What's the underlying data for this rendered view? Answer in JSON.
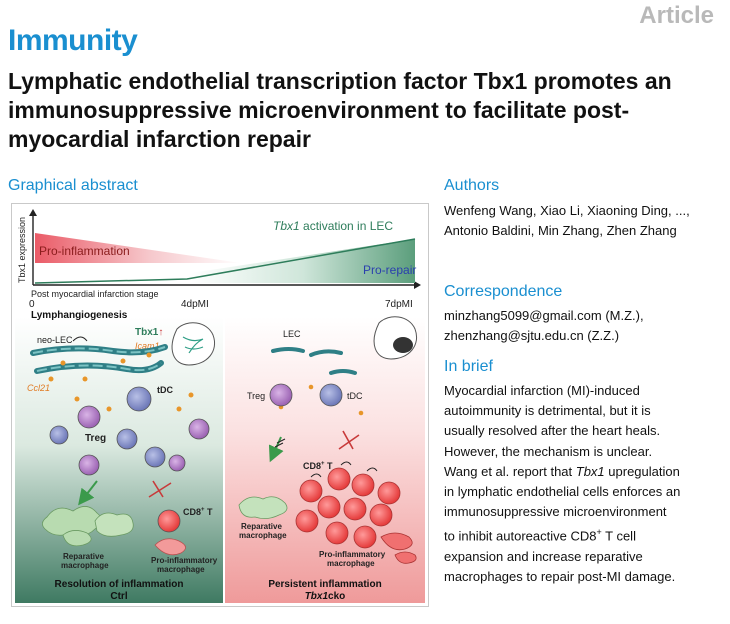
{
  "article_label": "Article",
  "journal": "Immunity",
  "title": "Lymphatic endothelial transcription factor Tbx1 promotes an immunosuppressive microenvironment to facilitate post-myocardial infarction repair",
  "sections": {
    "graphical_abstract": "Graphical abstract",
    "authors": "Authors",
    "correspondence": "Correspondence",
    "in_brief": "In brief"
  },
  "authors": "Wenfeng Wang, Xiao Li, Xiaoning Ding, ..., Antonio Baldini, Min Zhang, Zhen Zhang",
  "correspondence": {
    "line1": "minzhang5099@gmail.com (M.Z.),",
    "line2": "zhenzhang@sjtu.edu.cn (Z.Z.)"
  },
  "in_brief": {
    "lines": [
      "Myocardial infarction (MI)-induced",
      "autoimmunity is detrimental, but it is",
      "usually resolved after the heart heals.",
      "However, the mechanism is unclear.",
      "Wang et al. report that ",
      "Tbx1",
      " upregulation",
      "in lymphatic endothelial cells enforces an",
      "immunosuppressive microenvironment",
      "to inhibit autoreactive CD8",
      "+",
      " T cell",
      "expansion and increase reparative",
      "macrophages to repair post-MI damage."
    ]
  },
  "graphical": {
    "y_axis_label": "Tbx1 expression",
    "tbx1_activation": "Tbx1",
    "tbx1_activation_rest": " activation in LEC",
    "pro_inflammation": "Pro-inflammation",
    "pro_repair": "Pro-repair",
    "x_axis_label": "Post myocardial infarction stage",
    "x_origin": "0",
    "tick_4dpmi": "4dpMI",
    "tick_7dpmi": "7dpMI",
    "lymphangiogenesis": "Lymphangiogenesis",
    "tbx1_up": "Tbx1",
    "tbx1_arrow": "↑",
    "neo_lec": "neo-LEC",
    "icam1": "Icam1",
    "ccl21": "Ccl21",
    "tdc": "tDC",
    "treg": "Treg",
    "cd8t": "CD8",
    "cd8t_sup": "+",
    "cd8t_suffix": " T",
    "reparative_macrophage_1": "Reparative",
    "reparative_macrophage_2": "macrophage",
    "proinflammatory_macrophage_1": "Pro-inflammatory",
    "proinflammatory_macrophage_2": "macrophage",
    "resolution": "Resolution of inflammation",
    "ctrl": "Ctrl",
    "lec": "LEC",
    "persistent": "Persistent inflammation",
    "cko_italic": "Tbx1",
    "cko_suffix": "cko"
  },
  "colors": {
    "brand_blue": "#1a8fd0",
    "article_gray": "#b9b9b9",
    "activation_green": "#2e7d5b",
    "pro_repair_blue": "#2a3fae",
    "inflammation_red": "#c83a3a",
    "cko_panel_pink": "#f3a8a8",
    "ctrl_panel_green": "#3f7a62"
  }
}
